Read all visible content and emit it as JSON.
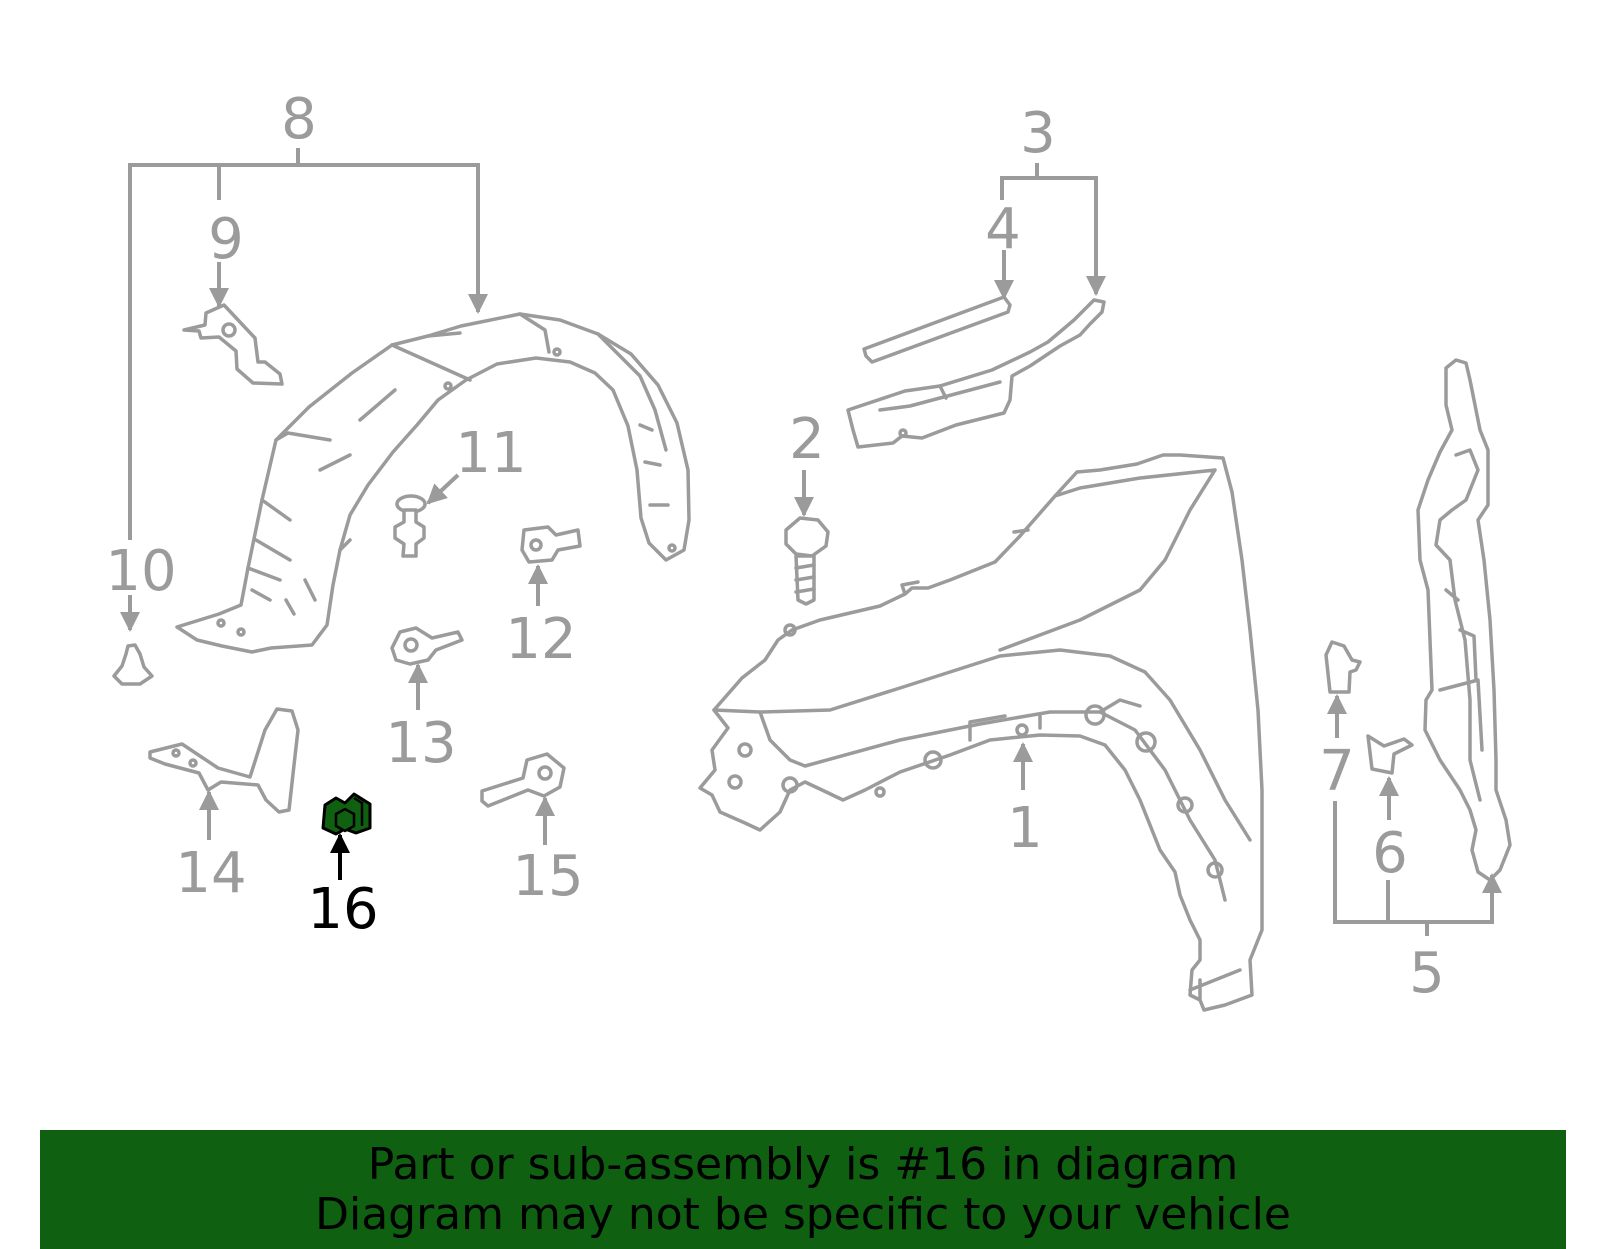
{
  "callouts": {
    "c1": "1",
    "c2": "2",
    "c3": "3",
    "c4": "4",
    "c5": "5",
    "c6": "6",
    "c7": "7",
    "c8": "8",
    "c9": "9",
    "c10": "10",
    "c11": "11",
    "c12": "12",
    "c13": "13",
    "c14": "14",
    "c15": "15",
    "c16": "16"
  },
  "highlight": {
    "part_number": "16",
    "color": "#0f6010"
  },
  "colors": {
    "line_art": "#9b9b9b",
    "banner": "#0f6010",
    "banner_text": "#000000"
  },
  "banner": {
    "line1": "Part or sub-assembly is #16 in diagram",
    "line2": "Diagram may not be specific to your vehicle"
  }
}
